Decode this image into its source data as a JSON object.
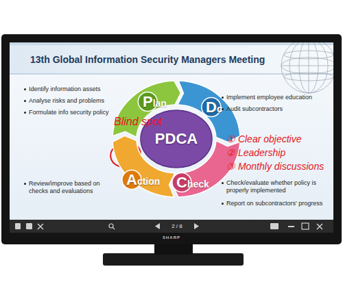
{
  "diagram": {
    "title": "13th Global Information Security Managers Meeting",
    "nodes": [
      {
        "text": [
          "PDCA"
        ]
      },
      {
        "text": [
          "Plan"
        ]
      },
      {
        "text": [
          "Do"
        ]
      },
      {
        "text": [
          "Check"
        ]
      },
      {
        "text": [
          "Action"
        ]
      }
    ],
    "labels": [
      "Identify information assets",
      "Analyse risks and problems",
      "Formulate info security policy",
      "Implement employee education",
      "Audit subcontractors",
      "Review/improve based on checks and evaluations",
      "Check/evaluate whether policy is properly implemented",
      "Report on subcontractors' progress",
      "Blind spot",
      "① Clear objective",
      "② Leadership",
      "③ Monthly discussions",
      "2 / 8",
      "SHARP"
    ]
  }
}
